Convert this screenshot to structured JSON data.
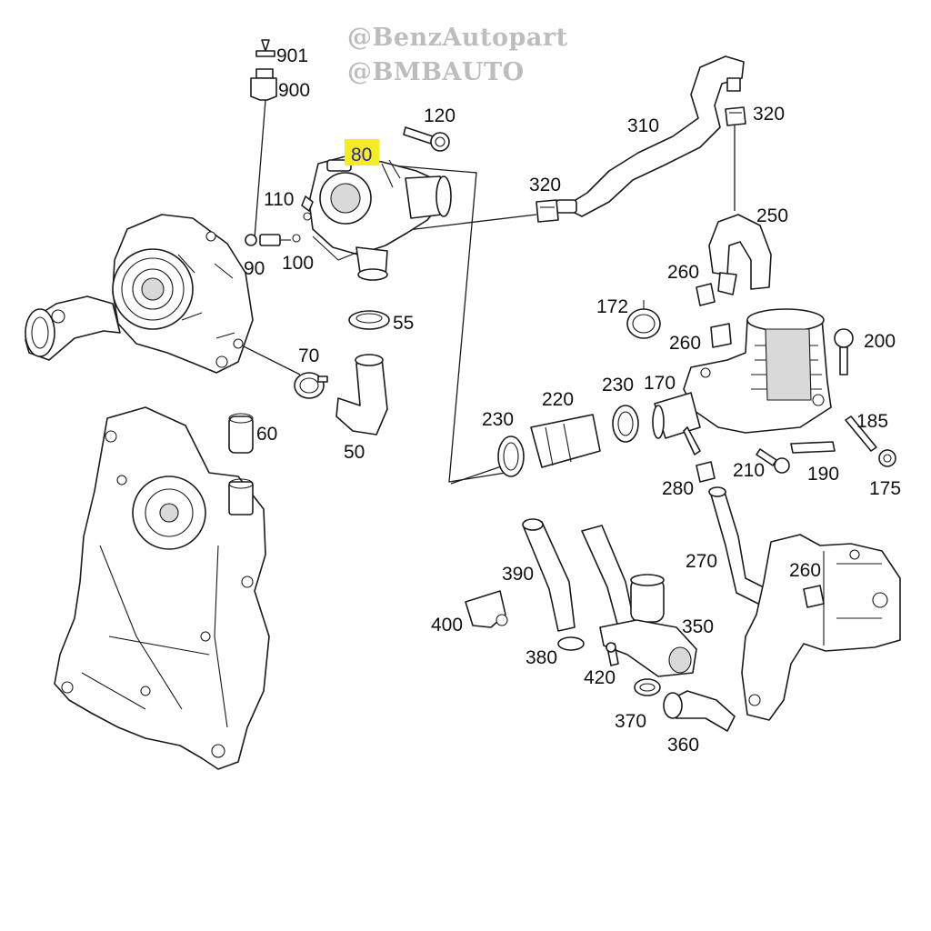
{
  "watermarks": [
    "@BenzAutopart",
    "@BMBAUTO"
  ],
  "highlight_color": "#f7ec21",
  "highlighted_part": "80",
  "labels": {
    "l901": "901",
    "l900": "900",
    "l120": "120",
    "l80": "80",
    "l310": "310",
    "l320a": "320",
    "l320b": "320",
    "l110": "110",
    "l90": "90",
    "l100": "100",
    "l250": "250",
    "l55": "55",
    "l260a": "260",
    "l172": "172",
    "l260b": "260",
    "l200": "200",
    "l70": "70",
    "l230a": "230",
    "l230b": "230",
    "l220": "220",
    "l170": "170",
    "l185": "185",
    "l60": "60",
    "l50": "50",
    "l210": "210",
    "l190": "190",
    "l175": "175",
    "l280": "280",
    "l270": "270",
    "l260c": "260",
    "l390": "390",
    "l400": "400",
    "l350": "350",
    "l380": "380",
    "l420": "420",
    "l370": "370",
    "l360": "360"
  }
}
